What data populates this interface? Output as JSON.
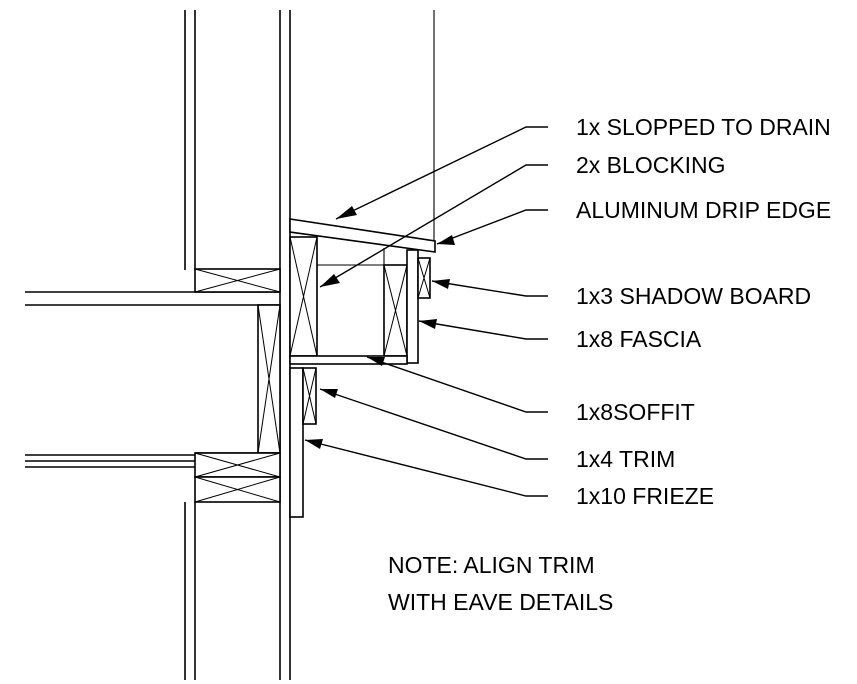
{
  "labels": {
    "sloped": "1x SLOPPED TO DRAIN",
    "blocking": "2x BLOCKING",
    "drip": "ALUMINUM DRIP EDGE",
    "shadow": "1x3 SHADOW BOARD",
    "fascia": "1x8 FASCIA",
    "soffit": "1x8SOFFIT",
    "trim": "1x4 TRIM",
    "frieze": "1x10 FRIEZE"
  },
  "note": {
    "line1": "NOTE: ALIGN TRIM",
    "line2": "WITH EAVE DETAILS"
  }
}
